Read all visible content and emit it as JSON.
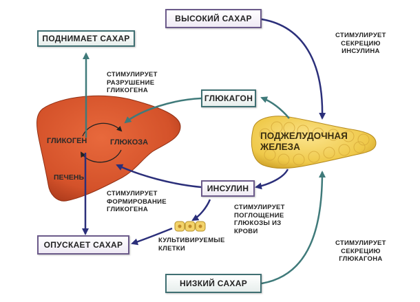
{
  "boxes": {
    "high_sugar": "ВЫСОКИЙ САХАР",
    "raises_sugar": "ПОДНИМАЕТ САХАР",
    "glucagon": "ГЛЮКАГОН",
    "insulin": "ИНСУЛИН",
    "lowers_sugar": "ОПУСКАЕТ САХАР",
    "low_sugar": "НИЗКИЙ САХАР"
  },
  "labels": {
    "stim_insulin_secretion": "СТИМУЛИРУЕТ\nСЕКРЕЦИЮ\nИНСУЛИНА",
    "stim_glycogen_breakdown": "СТИМУЛИРУЕТ\nРАЗРУШЕНИЕ\nГЛИКОГЕНА",
    "stim_glycogen_formation": "СТИМУЛИРУЕТ\nФОРМИРОВАНИЕ\nГЛИКОГЕНА",
    "stim_glucose_uptake": "СТИМУЛИРУЕТ\nПОГЛОЩЕНИЕ\nГЛЮКОЗЫ ИЗ\nКРОВИ",
    "cultured_cells": "КУЛЬТИВИРУЕМЫЕ\nКЛЕТКИ",
    "stim_glucagon_secretion": "СТИМУЛИРУЕТ\nСЕКРЕЦИЮ\nГЛЮКАГОНА"
  },
  "liver": {
    "glycogen": "ГЛИКОГЕН",
    "glucose": "ГЛЮКОЗА",
    "liver": "ПЕЧЕНЬ"
  },
  "pancreas": "ПОДЖЕЛУДОЧНАЯ\nЖЕЛЕЗА",
  "colors": {
    "arrow_navy": "#2b2f7a",
    "arrow_teal": "#3f7a7a",
    "liver": "#d9532b",
    "pancreas": "#efc94a",
    "cells": "#f3d36a"
  }
}
